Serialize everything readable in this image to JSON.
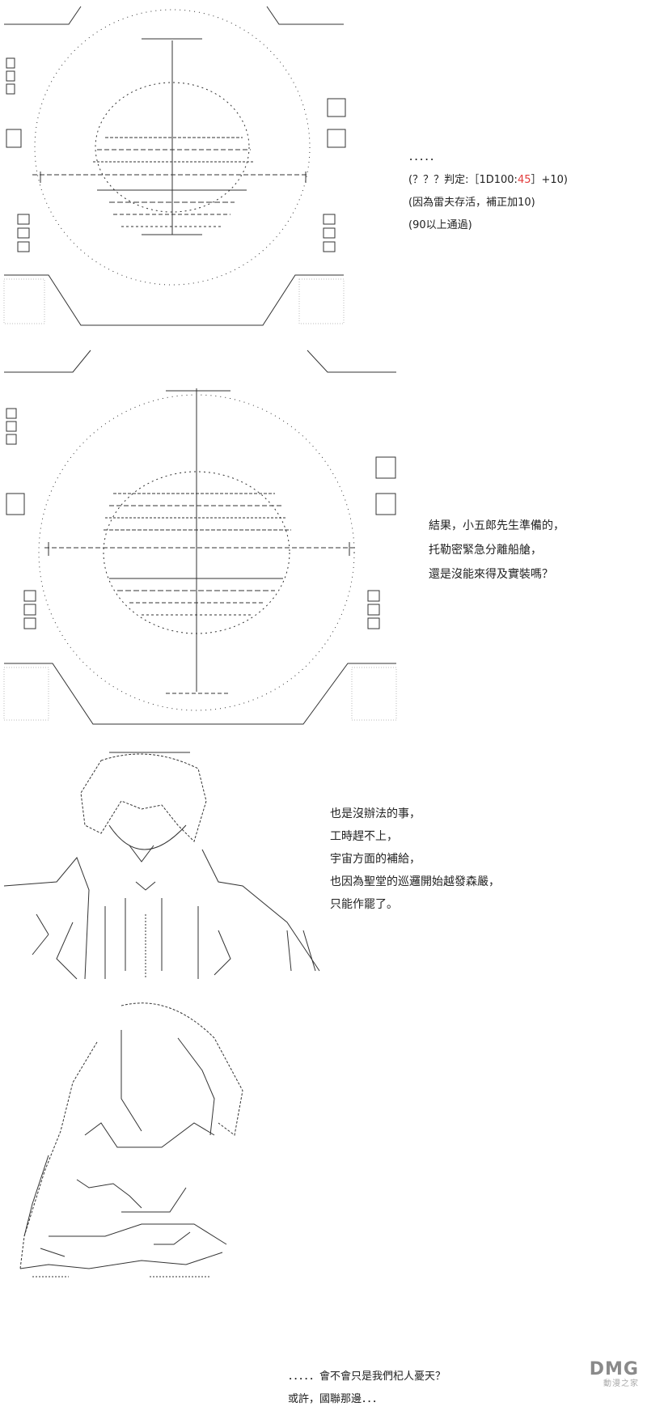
{
  "panel1": {
    "lines": [
      "．．．．．"
    ],
    "roll": {
      "prefix": "(？？？判定:［1D100:",
      "value": "45",
      "suffix": "］+10)"
    },
    "lines_after": [
      "(因為雷夫存活，補正加10)",
      "(90以上通過)"
    ]
  },
  "panel2": {
    "lines": [
      "結果，小五郎先生準備的，",
      "托勒密緊急分離船艙，",
      "還是沒能來得及實裝嗎？"
    ]
  },
  "panel3": {
    "lines": [
      "也是沒辦法的事，",
      "工時趕不上，",
      "宇宙方面的補給，",
      "也因為聖堂的巡邏開始越發森嚴，",
      "只能作罷了。"
    ]
  },
  "panel4": {
    "lines": [
      "．．．．．會不會只是我們杞人憂天？",
      "或許，國聯那邊．．．"
    ]
  },
  "watermark": {
    "logo": "DMG",
    "sub": "動漫之家"
  },
  "colors": {
    "roll_highlight": "#e23b3b",
    "art_stroke": "#333333"
  }
}
